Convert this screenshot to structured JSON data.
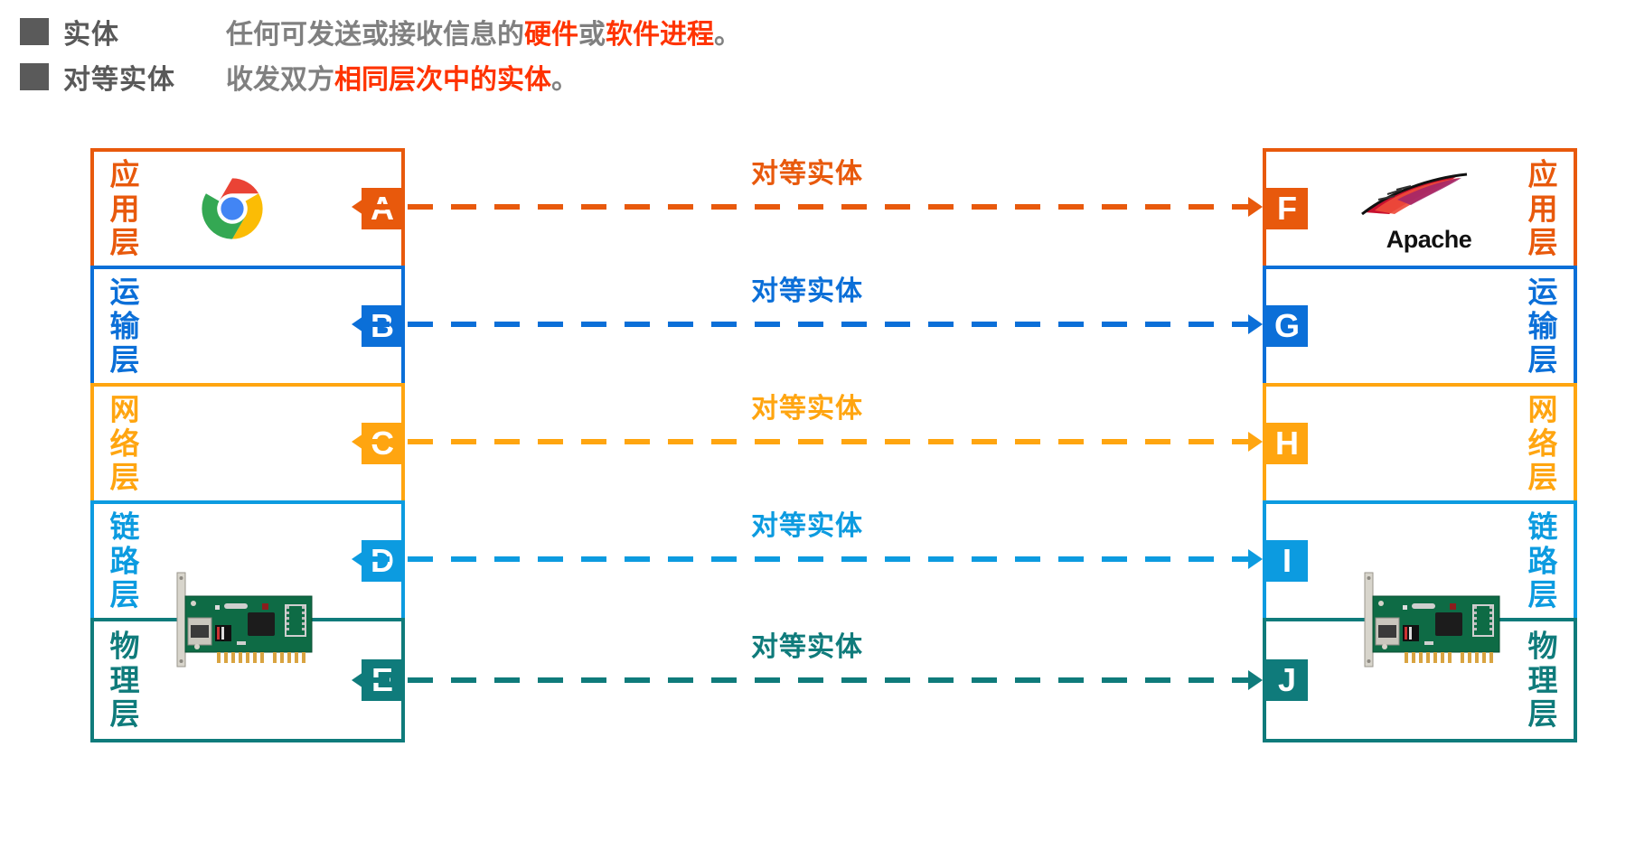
{
  "legend": {
    "rows": [
      {
        "term": "实体",
        "desc_parts": [
          {
            "text": "任何可发送或接收信息的",
            "highlight": false
          },
          {
            "text": "硬件",
            "highlight": true
          },
          {
            "text": "或",
            "highlight": false
          },
          {
            "text": "软件进程",
            "highlight": true
          },
          {
            "text": "。",
            "highlight": false
          }
        ]
      },
      {
        "term": "对等实体",
        "desc_parts": [
          {
            "text": "收发双方",
            "highlight": false
          },
          {
            "text": "相同层次中的实体",
            "highlight": true
          },
          {
            "text": "。",
            "highlight": false
          }
        ]
      }
    ],
    "swatch_color": "#5A5A5A",
    "term_color": "#595959",
    "desc_color": "#808080",
    "highlight_color": "#FF3300"
  },
  "diagram": {
    "peer_label": "对等实体",
    "layers": [
      {
        "id": "application",
        "name": "应用层",
        "color": "#E8590C",
        "height": 130,
        "left_badge": "A",
        "right_badge": "F",
        "left_icon": "chrome-icon",
        "right_icon": "apache-icon",
        "apache_word": "Apache"
      },
      {
        "id": "transport",
        "name": "运输层",
        "color": "#0B6FD8",
        "height": 130,
        "left_badge": "B",
        "right_badge": "G",
        "left_icon": null,
        "right_icon": null
      },
      {
        "id": "network",
        "name": "网络层",
        "color": "#FFA510",
        "height": 130,
        "left_badge": "C",
        "right_badge": "H",
        "left_icon": null,
        "right_icon": null
      },
      {
        "id": "link",
        "name": "链路层",
        "color": "#0C9BE0",
        "height": 130,
        "left_badge": "D",
        "right_badge": "I",
        "left_icon": "nic-card-icon",
        "right_icon": "nic-card-icon"
      },
      {
        "id": "physical",
        "name": "物理层",
        "color": "#0F7B7B",
        "height": 138,
        "left_badge": "E",
        "right_badge": "J",
        "left_icon": null,
        "right_icon": null
      }
    ]
  }
}
